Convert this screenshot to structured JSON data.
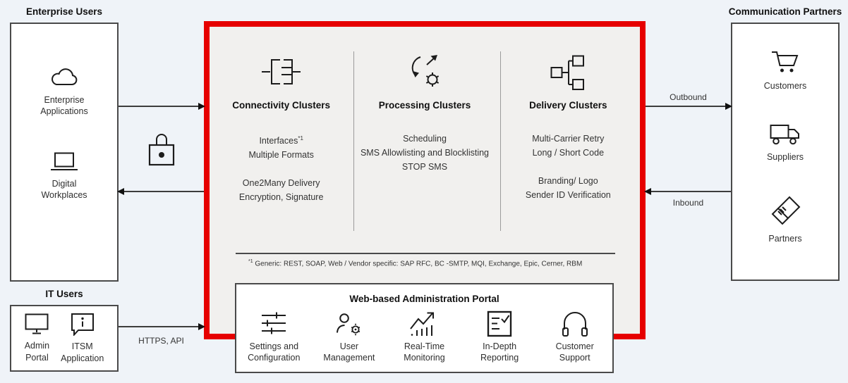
{
  "colors": {
    "background": "#eff3f8",
    "accent_red": "#e60000",
    "panel_gray": "#f1f0ee",
    "line_dark": "#3c3c3c"
  },
  "enterprise": {
    "title": "Enterprise Users",
    "items": [
      {
        "icon": "cloud-icon",
        "label": "Enterprise\nApplications"
      },
      {
        "icon": "laptop-icon",
        "label": "Digital\nWorkplaces"
      }
    ]
  },
  "it_users": {
    "title": "IT Users",
    "items": [
      {
        "icon": "monitor-icon",
        "label": "Admin\nPortal"
      },
      {
        "icon": "chat-info-icon",
        "label": "ITSM\nApplication"
      }
    ]
  },
  "center": {
    "clusters": [
      {
        "icon": "connectivity-icon",
        "title": "Connectivity Clusters",
        "sup": "*1",
        "lines": [
          "Interfaces",
          "Multiple Formats",
          "One2Many Delivery",
          "Encryption, Signature"
        ]
      },
      {
        "icon": "processing-icon",
        "title": "Processing Clusters",
        "lines": [
          "Scheduling",
          "SMS Allowlisting and Blocklisting",
          "STOP SMS"
        ]
      },
      {
        "icon": "delivery-icon",
        "title": "Delivery Clusters",
        "lines": [
          "Multi-Carrier Retry",
          "Long / Short Code",
          "Branding/ Logo",
          "Sender ID Verification"
        ]
      }
    ],
    "footnote": {
      "marker": "*1",
      "text": "Generic: REST, SOAP, Web / Vendor specific: SAP RFC, BC -SMTP, MQI, Exchange, Epic, Cerner, RBM"
    }
  },
  "portal": {
    "title": "Web-based Administration Portal",
    "items": [
      {
        "icon": "sliders-icon",
        "label": "Settings and\nConfiguration"
      },
      {
        "icon": "user-gear-icon",
        "label": "User\nManagement"
      },
      {
        "icon": "monitoring-icon",
        "label": "Real-Time\nMonitoring"
      },
      {
        "icon": "report-icon",
        "label": "In-Depth\nReporting"
      },
      {
        "icon": "headset-icon",
        "label": "Customer\nSupport"
      }
    ]
  },
  "partners": {
    "title": "Communication Partners",
    "items": [
      {
        "icon": "cart-icon",
        "label": "Customers"
      },
      {
        "icon": "truck-icon",
        "label": "Suppliers"
      },
      {
        "icon": "handshake-icon",
        "label": "Partners"
      }
    ]
  },
  "arrows": {
    "outbound": "Outbound",
    "inbound": "Inbound",
    "https_api": "HTTPS, API"
  }
}
